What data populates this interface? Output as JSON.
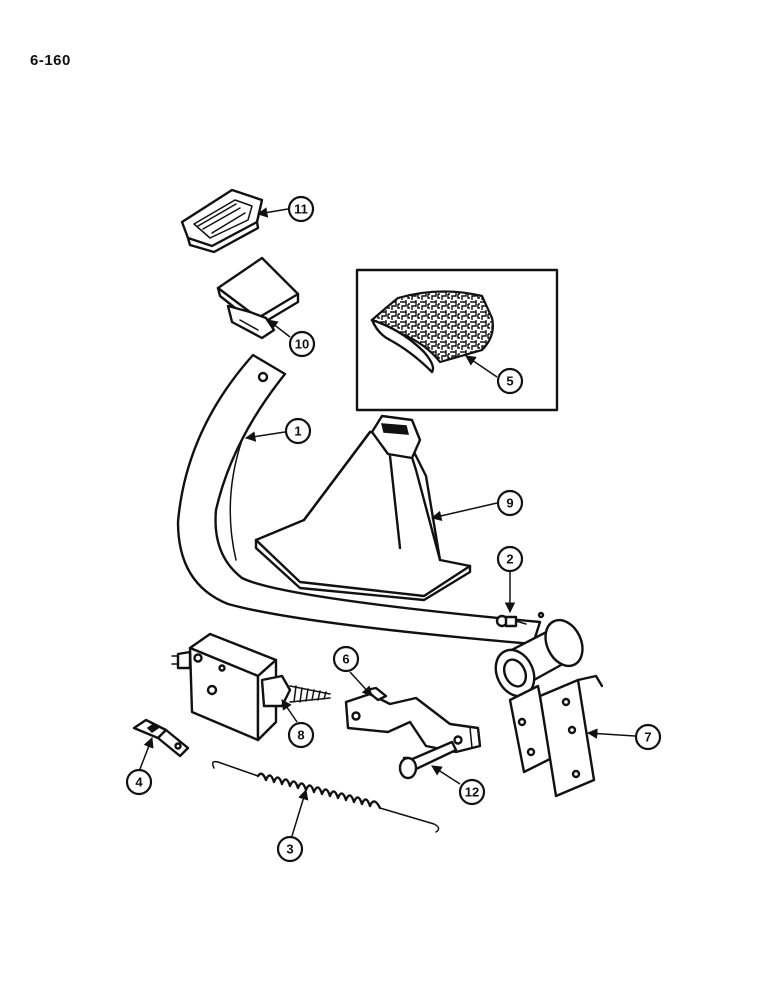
{
  "page": {
    "number": "6-160"
  },
  "callouts": [
    {
      "id": "1",
      "label": "1"
    },
    {
      "id": "2",
      "label": "2"
    },
    {
      "id": "3",
      "label": "3"
    },
    {
      "id": "4",
      "label": "4"
    },
    {
      "id": "5",
      "label": "5"
    },
    {
      "id": "6",
      "label": "6"
    },
    {
      "id": "7",
      "label": "7"
    },
    {
      "id": "8",
      "label": "8"
    },
    {
      "id": "9",
      "label": "9"
    },
    {
      "id": "10",
      "label": "10"
    },
    {
      "id": "11",
      "label": "11"
    },
    {
      "id": "12",
      "label": "12"
    }
  ]
}
